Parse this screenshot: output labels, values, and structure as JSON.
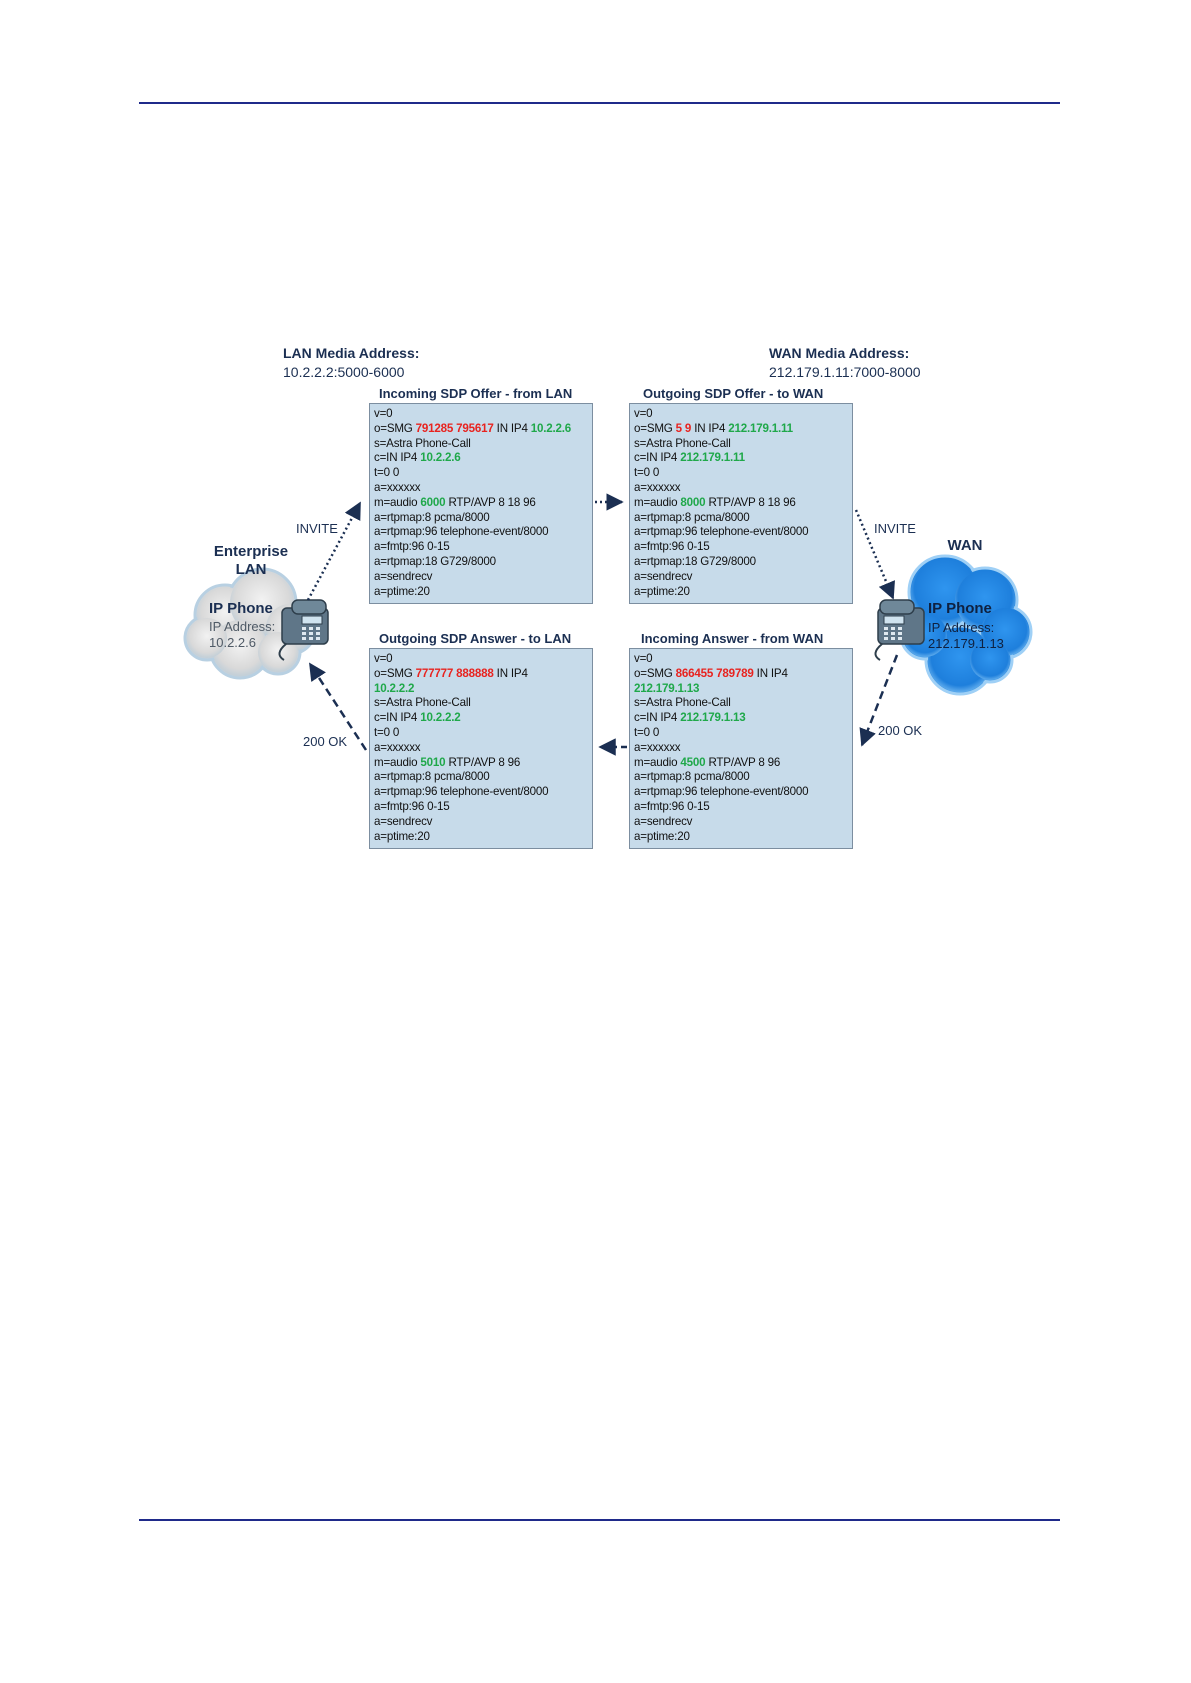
{
  "lan_media": {
    "title": "LAN Media Address:",
    "value": "10.2.2.2:5000-6000"
  },
  "wan_media": {
    "title": "WAN Media Address:",
    "value": "212.179.1.11:7000-8000"
  },
  "boxes": {
    "incoming_offer": {
      "title": "Incoming SDP Offer - from LAN",
      "lines": [
        [
          {
            "t": " v=0"
          }
        ],
        [
          {
            "t": "o=SMG "
          },
          {
            "t": "791285 795617",
            "c": "red"
          },
          {
            "t": " IN  IP4  "
          },
          {
            "t": "10.2.2.6",
            "c": "green"
          }
        ],
        [
          {
            "t": "s=Astra Phone-Call"
          }
        ],
        [
          {
            "t": "c=IN IP4  "
          },
          {
            "t": "10.2.2.6",
            "c": "green"
          }
        ],
        [
          {
            "t": "t=0 0"
          }
        ],
        [
          {
            "t": "a=xxxxxx"
          }
        ],
        [
          {
            "t": "m=audio "
          },
          {
            "t": "6000",
            "c": "green"
          },
          {
            "t": " RTP/AVP  8 18 96"
          }
        ],
        [
          {
            "t": "a=rtpmap:8 pcma/8000"
          }
        ],
        [
          {
            "t": "a=rtpmap:96 telephone-event/8000"
          }
        ],
        [
          {
            "t": "a=fmtp:96 0-15"
          }
        ],
        [
          {
            "t": "a=rtpmap:18 G729/8000"
          }
        ],
        [
          {
            "t": "a=sendrecv"
          }
        ],
        [
          {
            "t": "a=ptime:20"
          }
        ]
      ]
    },
    "outgoing_offer": {
      "title": "Outgoing SDP Offer - to WAN",
      "lines": [
        [
          {
            "t": " v=0"
          }
        ],
        [
          {
            "t": "o=SMG "
          },
          {
            "t": "5  9",
            "c": "red"
          },
          {
            "t": "  IN  IP4  "
          },
          {
            "t": "212.179.1.11",
            "c": "green"
          }
        ],
        [
          {
            "t": "s=Astra Phone-Call"
          }
        ],
        [
          {
            "t": "c=IN IP4  "
          },
          {
            "t": "212.179.1.11",
            "c": "green"
          }
        ],
        [
          {
            "t": "t=0 0"
          }
        ],
        [
          {
            "t": "a=xxxxxx"
          }
        ],
        [
          {
            "t": "m=audio "
          },
          {
            "t": "8000",
            "c": "green"
          },
          {
            "t": " RTP/AVP  8 18 96"
          }
        ],
        [
          {
            "t": "a=rtpmap:8 pcma/8000"
          }
        ],
        [
          {
            "t": "a=rtpmap:96 telephone-event/8000"
          }
        ],
        [
          {
            "t": "a=fmtp:96 0-15"
          }
        ],
        [
          {
            "t": "a=rtpmap:18 G729/8000"
          }
        ],
        [
          {
            "t": "a=sendrecv"
          }
        ],
        [
          {
            "t": "a=ptime:20"
          }
        ]
      ]
    },
    "outgoing_answer": {
      "title": "Outgoing SDP Answer - to LAN",
      "lines": [
        [
          {
            "t": " v=0"
          }
        ],
        [
          {
            "t": "o=SMG "
          },
          {
            "t": "777777 888888",
            "c": "red"
          },
          {
            "t": " IN  IP4"
          }
        ],
        [
          {
            "t": "10.2.2.2",
            "c": "green"
          }
        ],
        [
          {
            "t": "s=Astra Phone-Call"
          }
        ],
        [
          {
            "t": "c=IN IP4  "
          },
          {
            "t": "10.2.2.2",
            "c": "green"
          }
        ],
        [
          {
            "t": "t=0 0"
          }
        ],
        [
          {
            "t": "a=xxxxxx"
          }
        ],
        [
          {
            "t": "m=audio "
          },
          {
            "t": "5010",
            "c": "green"
          },
          {
            "t": " RTP/AVP  8 96"
          }
        ],
        [
          {
            "t": "a=rtpmap:8 pcma/8000"
          }
        ],
        [
          {
            "t": "a=rtpmap:96 telephone-event/8000"
          }
        ],
        [
          {
            "t": "a=fmtp:96 0-15"
          }
        ],
        [
          {
            "t": "a=sendrecv"
          }
        ],
        [
          {
            "t": "a=ptime:20"
          }
        ]
      ]
    },
    "incoming_answer": {
      "title": "Incoming Answer - from WAN",
      "lines": [
        [
          {
            "t": " v=0"
          }
        ],
        [
          {
            "t": "o=SMG "
          },
          {
            "t": "866455 789789",
            "c": "red"
          },
          {
            "t": "  IN  IP4"
          }
        ],
        [
          {
            "t": "212.179.1.13",
            "c": "green"
          }
        ],
        [
          {
            "t": "s=Astra Phone-Call"
          }
        ],
        [
          {
            "t": "c=IN IP4  "
          },
          {
            "t": "212.179.1.13",
            "c": "green"
          }
        ],
        [
          {
            "t": "t=0 0"
          }
        ],
        [
          {
            "t": "a=xxxxxx"
          }
        ],
        [
          {
            "t": "m=audio "
          },
          {
            "t": "4500",
            "c": "green"
          },
          {
            "t": " RTP/AVP  8 96"
          }
        ],
        [
          {
            "t": "a=rtpmap:8 pcma/8000"
          }
        ],
        [
          {
            "t": "a=rtpmap:96 telephone-event/8000"
          }
        ],
        [
          {
            "t": "a=fmtp:96 0-15"
          }
        ],
        [
          {
            "t": "a=sendrecv"
          }
        ],
        [
          {
            "t": "a=ptime:20"
          }
        ]
      ]
    }
  },
  "arrows": {
    "invite_left": "INVITE",
    "invite_right": "INVITE",
    "ok_left": "200 OK",
    "ok_right": "200 OK"
  },
  "enterprise": {
    "label_line1": "Enterprise",
    "label_line2": "LAN",
    "phone_title": "IP Phone",
    "addr_label": "IP Address:",
    "addr_value": "10.2.2.6"
  },
  "wan": {
    "label": "WAN",
    "phone_title": "IP Phone",
    "addr_label": "IP Address:",
    "addr_value": "212.179.1.13"
  },
  "colors": {
    "rule": "#1f2a8a",
    "box_fill": "#c7dbea",
    "highlight_red": "#e8231f",
    "highlight_green": "#1fa84a",
    "wan_cloud": "#1e88e5",
    "lan_cloud": "#d6d6d6"
  }
}
